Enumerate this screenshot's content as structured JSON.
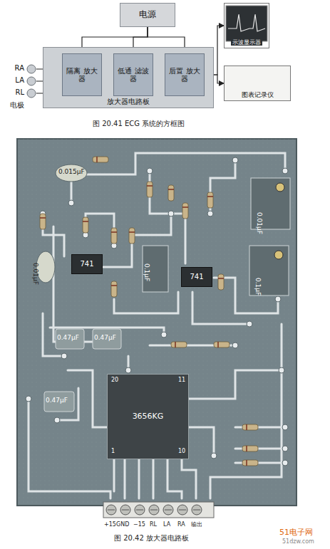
{
  "diagram": {
    "caption": "图 20.41 ECG 系统的方框图",
    "nodes": [
      {
        "text": [
          "电源"
        ]
      },
      {
        "text": [
          "RA"
        ]
      },
      {
        "text": [
          "LA"
        ]
      },
      {
        "text": [
          "RL"
        ]
      },
      {
        "text": [
          "放大器电路板"
        ]
      },
      {
        "text": [
          "隔离 放大器"
        ],
        "in": 4
      },
      {
        "text": [
          "低通 滤波器"
        ],
        "in": 4
      },
      {
        "text": [
          "后置 放大器"
        ],
        "in": 4
      },
      {
        "text": [
          "示波显示器"
        ]
      },
      {
        "text": [
          "图表记录仪"
        ]
      },
      {
        "text": [
          "741"
        ]
      },
      {
        "text": [
          "741"
        ]
      },
      {
        "text": [
          "3656KG"
        ]
      }
    ],
    "edges": [
      {
        "from": 0,
        "to": 5,
        "arrow": "none"
      },
      {
        "from": 0,
        "to": 6,
        "arrow": "none"
      },
      {
        "from": 0,
        "to": 7,
        "arrow": "none"
      },
      {
        "from": 1,
        "to": 5,
        "arrow": "none"
      },
      {
        "from": 2,
        "to": 5,
        "arrow": "none"
      },
      {
        "from": 3,
        "to": 5,
        "arrow": "none"
      },
      {
        "from": 5,
        "to": 6,
        "arrow": "to"
      },
      {
        "from": 6,
        "to": 7,
        "arrow": "to"
      },
      {
        "from": 7,
        "to": 8,
        "arrow": "to"
      },
      {
        "from": 7,
        "to": 9,
        "arrow": "to"
      }
    ],
    "labels": [
      "电极",
      "0.015μF",
      "0.01μF",
      "0.01μF",
      "0.1μF",
      "0.1μF",
      "0.47μF",
      "0.47μF",
      "0.47μF",
      "20",
      "11",
      "1",
      "10",
      "+15",
      "GND",
      "−15",
      "RL",
      "LA",
      "RA",
      "输出",
      "51电子网",
      "51dzw.com",
      "图 20.42 放大器电路板"
    ]
  }
}
